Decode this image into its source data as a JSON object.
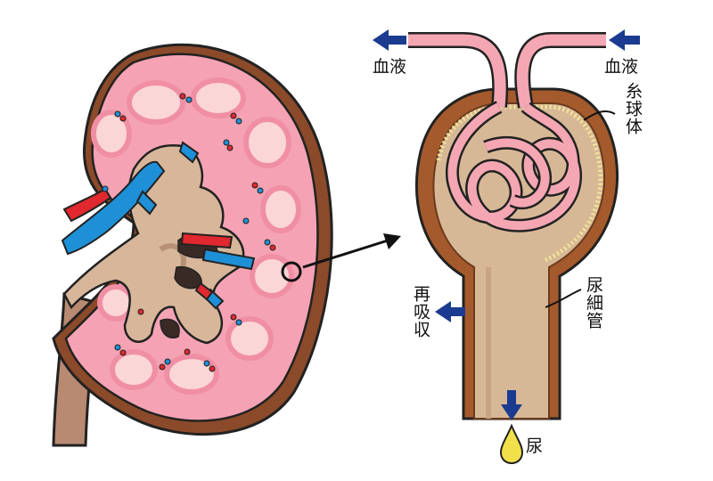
{
  "labels": {
    "blood_left": "血液",
    "blood_right": "血液",
    "glomerulus": "糸球体",
    "tubule": "尿細管",
    "reabsorption": "再吸収",
    "urine": "尿"
  },
  "colors": {
    "kidney_cortex": "#f5a3b4",
    "kidney_pyramid_light": "#fbd6d6",
    "kidney_capsule": "#8b4a2a",
    "pelvis": "#d8b69a",
    "ureter": "#b98a72",
    "artery": "#e0282e",
    "vein": "#1e90d8",
    "capillary": "#f4a7b3",
    "tubule_wall": "#a45a2c",
    "tubule_inner": "#d7b896",
    "flow_arrow": "#1a3b8f",
    "urine_drop": "#f2e04a"
  },
  "icons": [
    "arrow-left-icon",
    "arrow-down-icon",
    "urine-drop-icon",
    "pointer-arrow-icon",
    "zoom-circle-icon"
  ]
}
